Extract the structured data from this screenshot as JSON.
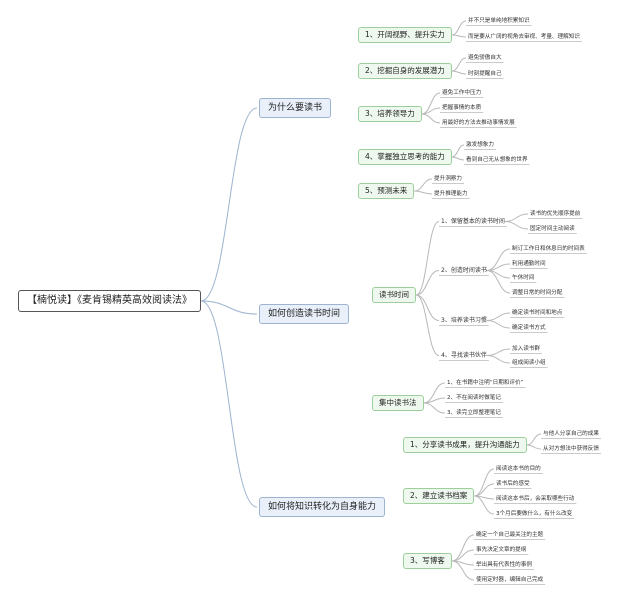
{
  "root": "【楠悦读】《麦肯锡精英高效阅读法》",
  "branches": [
    {
      "label": "为什么要读书",
      "subs": [
        {
          "label": "1、开阔视野、提升实力",
          "items": [
            "并不只是单纯地积累知识",
            "而是要从广阔的视角去审视、考量、理解知识"
          ]
        },
        {
          "label": "2、挖掘自身的发展潜力",
          "items": [
            "避免骄傲自大",
            "时刻提醒自己"
          ]
        },
        {
          "label": "3、培养领导力",
          "items": [
            "避免工作中压力",
            "把握事情的本质",
            "用最好的方法去推动事情发展"
          ]
        },
        {
          "label": "4、掌握独立思考的能力",
          "items": [
            "激发想象力",
            "看到自己无从想象的世界"
          ]
        },
        {
          "label": "5、预测未来",
          "items": [
            "提升洞察力",
            "提升推理能力"
          ]
        }
      ]
    },
    {
      "label": "如何创造读书时间",
      "subs": [
        {
          "label": "读书时间",
          "groups": [
            {
              "label": "1、保留基本的读书时间",
              "items": [
                "读书的优先顺序提前",
                "固定时间主动阅读"
              ]
            },
            {
              "label": "2、创造时间读书",
              "items": [
                "制订工作日和休息日的时间表",
                "利用通勤时间",
                "午休时间",
                "调整日常的时间分配"
              ]
            },
            {
              "label": "3、培养读书习惯",
              "items": [
                "确定读书时间和地点",
                "确定读书方式"
              ]
            },
            {
              "label": "4、寻找读书伙伴",
              "items": [
                "加入读书群",
                "组成阅读小组"
              ]
            }
          ]
        },
        {
          "label": "集中读书法",
          "items": [
            "1、在书籍中注明“日期和评价”",
            "2、不在阅读时做笔记",
            "3、读完立即整理笔记"
          ]
        }
      ]
    },
    {
      "label": "如何将知识转化为自身能力",
      "subs": [
        {
          "label": "1、分享读书成果，提升沟通能力",
          "items": [
            "与他人分享自己的成果",
            "从对方想法中获得反馈"
          ]
        },
        {
          "label": "2、建立读书档案",
          "items": [
            "阅读这本书的目的",
            "读书后的感受",
            "阅读这本书后，会采取哪些行动",
            "3个月后要做什么，有什么改变"
          ]
        },
        {
          "label": "3、写博客",
          "items": [
            "确定一个自己最关注的主题",
            "事先决定文章的提纲",
            "举出具有代表性的事例",
            "使用定时器，编辑自己完成"
          ]
        }
      ]
    }
  ]
}
